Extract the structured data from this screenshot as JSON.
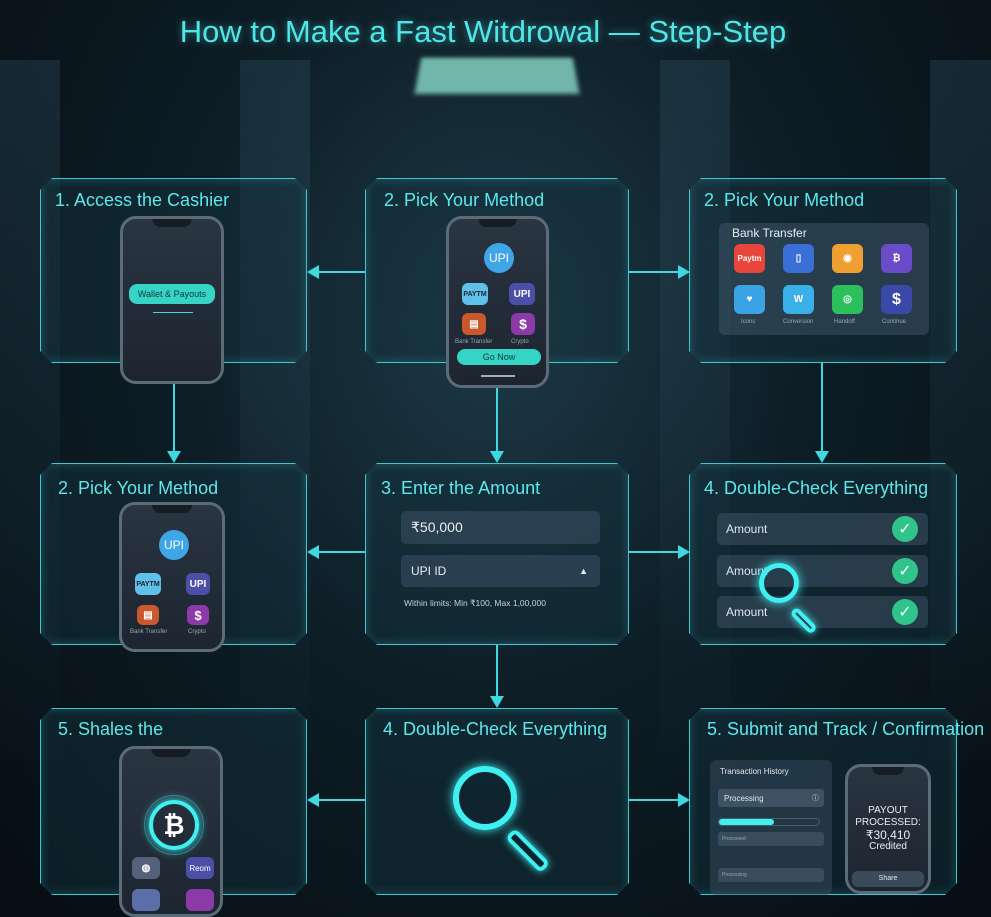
{
  "title": "How to Make a Fast Witdrowal — Step-Step",
  "panels": {
    "p1": {
      "heading": "1. Access the Cashier",
      "button": "Wallet & Payouts"
    },
    "p2": {
      "heading": "2. Pick Your Method",
      "badge": "UPI",
      "apps": [
        "PAYTM",
        "UPI",
        "",
        ""
      ],
      "app_labels": [
        "Bank Transfer",
        "Crypto"
      ],
      "button": "Go Now"
    },
    "p3": {
      "heading": "2. Pick Your Method",
      "subtitle": "Bank Transfer",
      "apps": [
        "Paytm",
        "",
        "",
        "",
        "",
        "",
        "",
        ""
      ],
      "app_labels": [
        "Icons",
        "Conversion",
        "Handoff",
        "Continue"
      ],
      "colors": [
        "#e8453c",
        "#3b6fd8",
        "#f0a030",
        "#6a4cc8",
        "#3aa3e6",
        "#3ab0e8",
        "#2cc05c",
        "#3a48a8"
      ]
    },
    "p4": {
      "heading": "2. Pick Your Method",
      "badge": "UPI",
      "apps": [
        "PAYTM",
        "UPI",
        "",
        ""
      ],
      "app_labels": [
        "Bank Transfer",
        "Crypto"
      ]
    },
    "p5": {
      "heading": "3. Enter the Amount",
      "amount": "₹50,000",
      "method": "UPI ID",
      "limits": "Within limits: Min ₹100, Max 1,00,000"
    },
    "p6": {
      "heading": "4. Double-Check Everything",
      "rows": [
        "Amount",
        "Amount",
        "Amount"
      ]
    },
    "p7": {
      "heading": "5. Shales the",
      "apps": [
        "",
        "Reom"
      ]
    },
    "p8": {
      "heading": "4. Double-Check Everything"
    },
    "p9": {
      "heading": "5. Submit and Track / Confirmation",
      "history_title": "Transaction History",
      "status": "Processing",
      "progress_percent": 55,
      "rows": [
        "Processed",
        "Processing"
      ],
      "confirm": [
        "PAYOUT",
        "PROCESSED:",
        "₹30,410",
        "Credited"
      ],
      "button": "Share"
    }
  }
}
